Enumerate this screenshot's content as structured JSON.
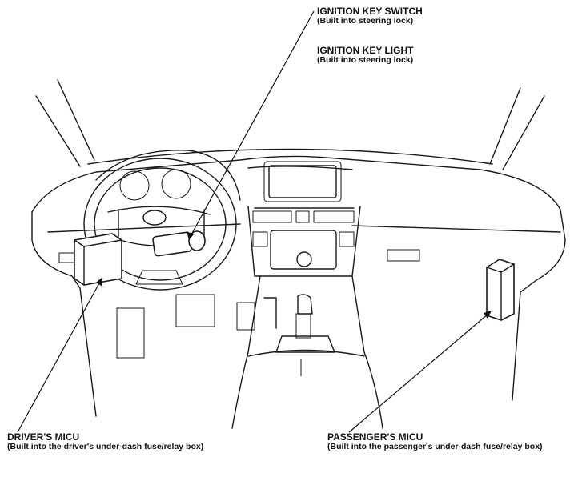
{
  "labels": {
    "ignition_key_switch": {
      "title": "IGNITION KEY SWITCH",
      "subtitle": "(Built into steering lock)"
    },
    "ignition_key_light": {
      "title": "IGNITION KEY LIGHT",
      "subtitle": "(Built into steering lock)"
    },
    "drivers_micu": {
      "title": "DRIVER'S MICU",
      "subtitle": "(Built into the driver's under-dash fuse/relay box)"
    },
    "passengers_micu": {
      "title": "PASSENGER'S MICU",
      "subtitle": "(Built into the passenger's under-dash fuse/relay box)"
    }
  },
  "colors": {
    "ink": "#1a1a1a",
    "background": "#ffffff"
  }
}
